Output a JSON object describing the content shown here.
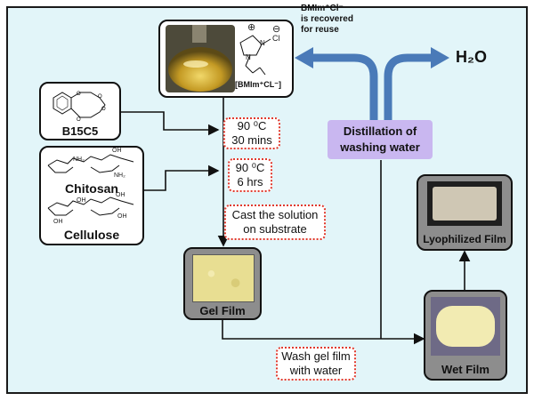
{
  "reagents": {
    "crown_ether": "B15C5",
    "chitosan": "Chitosan",
    "cellulose": "Cellulose",
    "chitosan_groups": [
      "NH₂",
      "OH",
      "NH₂"
    ],
    "cellulose_groups": [
      "OH",
      "OH",
      "OH",
      "OH"
    ]
  },
  "ionic_liquid": {
    "label": "[BMIm⁺CL⁻]",
    "cation_charge": "⊕",
    "anion_charge": "⊖",
    "anion": "Cl",
    "n_plus": "N",
    "n": "N"
  },
  "recovery_note": {
    "line1": "BMIm⁺Cl⁻",
    "line2": "is recovered",
    "line3": "for reuse"
  },
  "water_label": "H₂O",
  "distillation": {
    "line1": "Distillation of",
    "line2": "washing water",
    "color": "#c9b7f0"
  },
  "steps": {
    "step1": {
      "line1": "90 ⁰C",
      "line2": "30 mins"
    },
    "step2": {
      "line1": "90 ⁰C",
      "line2": "6 hrs"
    },
    "step3": {
      "line1": "Cast the solution",
      "line2": "on substrate"
    },
    "step4": {
      "line1": "Wash gel film",
      "line2": "with water"
    }
  },
  "films": {
    "gel": "Gel Film",
    "wet": "Wet Film",
    "lyophilized": "Lyophilized Film"
  },
  "colors": {
    "background": "#e2f5f9",
    "distillation_pipe": "#4a7ab8",
    "dotted_border": "#e03a2e"
  }
}
